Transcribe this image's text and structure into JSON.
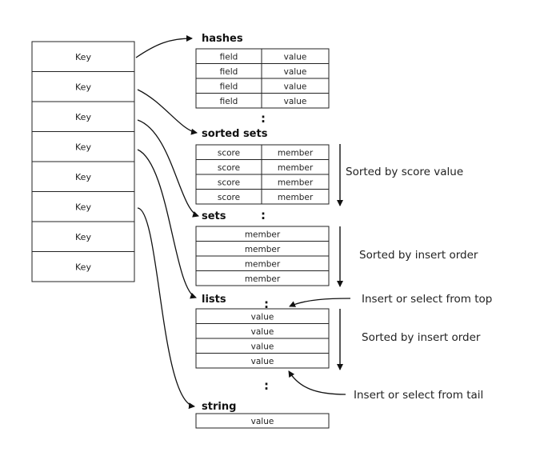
{
  "keys": [
    "Key",
    "Key",
    "Key",
    "Key",
    "Key",
    "Key",
    "Key",
    "Key"
  ],
  "hashes": {
    "title": "hashes",
    "rows": [
      [
        "field",
        "value"
      ],
      [
        "field",
        "value"
      ],
      [
        "field",
        "value"
      ],
      [
        "field",
        "value"
      ]
    ]
  },
  "sorted_sets": {
    "title": "sorted  sets",
    "rows": [
      [
        "score",
        "member"
      ],
      [
        "score",
        "member"
      ],
      [
        "score",
        "member"
      ],
      [
        "score",
        "member"
      ]
    ],
    "note": "Sorted by score value"
  },
  "sets": {
    "title": "sets",
    "rows": [
      "member",
      "member",
      "member",
      "member"
    ],
    "note": "Sorted by insert order"
  },
  "lists": {
    "title": "lists",
    "rows": [
      "value",
      "value",
      "value",
      "value"
    ],
    "note": "Sorted by insert order",
    "top_note": "Insert or select from top",
    "tail_note": "Insert or select from tail"
  },
  "string": {
    "title": "string",
    "value": "value"
  },
  "ellipsis": ":"
}
